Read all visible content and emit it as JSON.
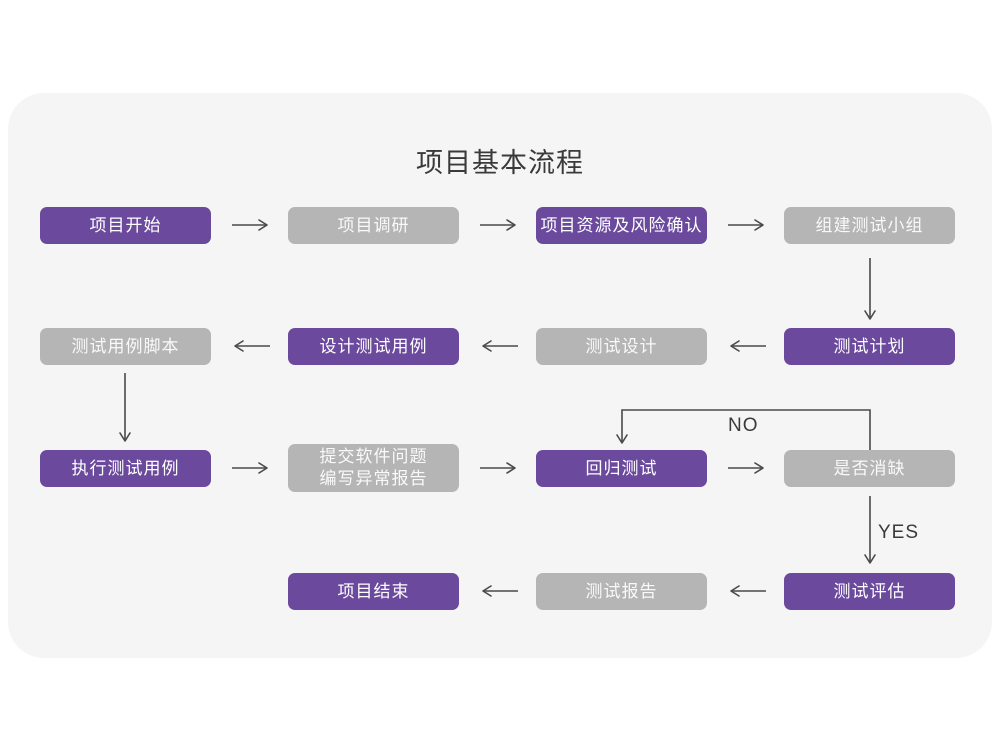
{
  "title": "项目基本流程",
  "nodes": [
    {
      "label": "项目开始",
      "variant": "purple"
    },
    {
      "label": "项目调研",
      "variant": "gray"
    },
    {
      "label": "项目资源及风险确认",
      "variant": "purple"
    },
    {
      "label": "组建测试小组",
      "variant": "gray"
    },
    {
      "label": "测试计划",
      "variant": "purple"
    },
    {
      "label": "测试设计",
      "variant": "gray"
    },
    {
      "label": "设计测试用例",
      "variant": "purple"
    },
    {
      "label": "测试用例脚本",
      "variant": "gray"
    },
    {
      "label": "执行测试用例",
      "variant": "purple"
    },
    {
      "label": "提交软件问题\n编写异常报告",
      "variant": "gray"
    },
    {
      "label": "回归测试",
      "variant": "purple"
    },
    {
      "label": "是否消缺",
      "variant": "gray"
    },
    {
      "label": "测试评估",
      "variant": "purple"
    },
    {
      "label": "测试报告",
      "variant": "gray"
    },
    {
      "label": "项目结束",
      "variant": "purple"
    }
  ],
  "edge_labels": {
    "no": "NO",
    "yes": "YES"
  },
  "colors": {
    "purple": "#6b4a9e",
    "gray": "#b5b5b5",
    "arrow": "#4a4a4a",
    "card_background": "#f5f5f5",
    "text_dark": "#3a3a3a",
    "node_text": "#ffffff"
  }
}
